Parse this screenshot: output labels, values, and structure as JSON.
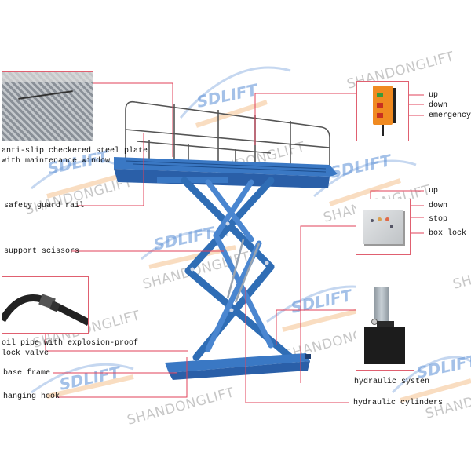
{
  "diagram": {
    "title": "Hydraulic scissor lift table component diagram",
    "watermarks": {
      "brand": "SDLIFT",
      "company": "SHANDONGLIFT"
    },
    "colors": {
      "lift_blue": "#2f6db5",
      "callout_line": "#e0405a",
      "watermark_blue": "#5b8fd6",
      "watermark_orange": "#f0a050"
    },
    "labels": {
      "steel_plate_line1": "anti-slip checkered steel plate",
      "steel_plate_line2": "with maintenance window",
      "guard_rail": "safety guard rail",
      "support_scissors": "support scissors",
      "oil_pipe_line1": "oil pipe with explosion-proof",
      "oil_pipe_line2": "lock valve",
      "base_frame": "base frame",
      "hanging_hook": "hanging hook",
      "hydraulic_system": "hydraulic systen",
      "hydraulic_cylinders": "hydraulic cylinders"
    },
    "remote_control": {
      "buttons": [
        "up",
        "down",
        "emergency"
      ]
    },
    "control_box": {
      "buttons": [
        "up",
        "down",
        "stop",
        "box lock"
      ]
    }
  }
}
